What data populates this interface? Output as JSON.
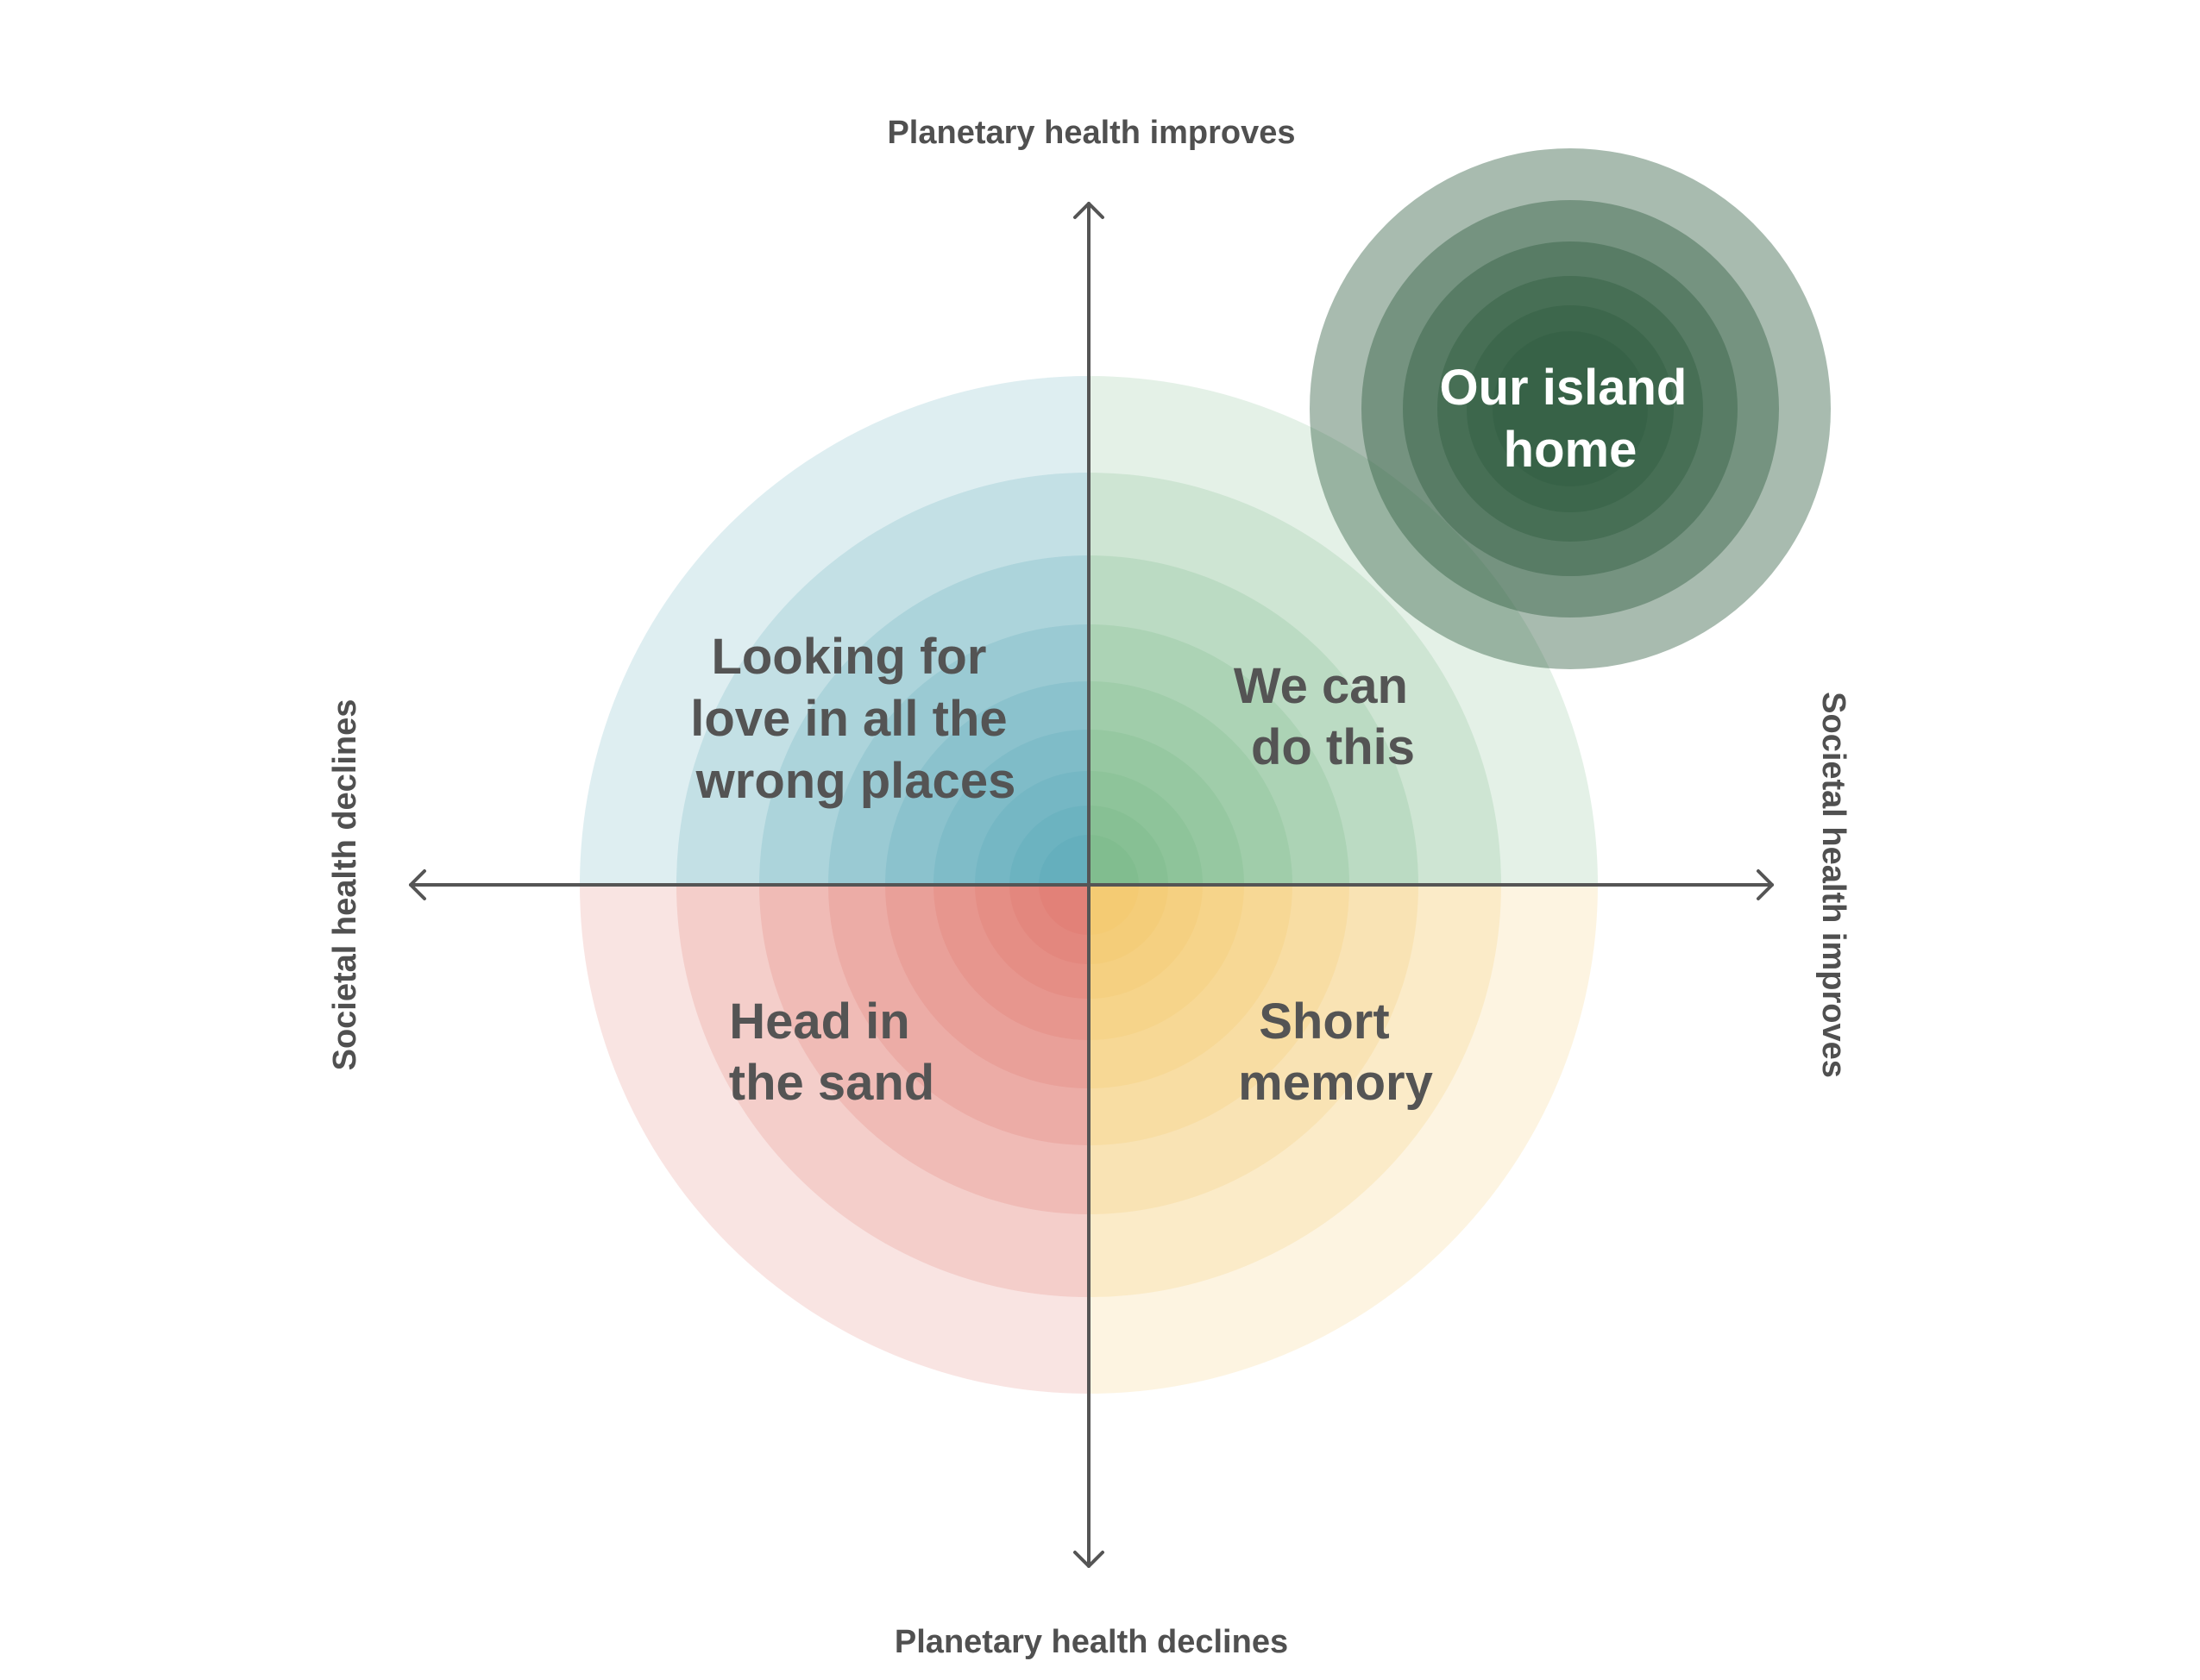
{
  "axes": {
    "top": "Planetary health improves",
    "bottom": "Planetary health declines",
    "left": "Societal health declines",
    "right": "Societal health improves"
  },
  "quadrants": {
    "top_left": {
      "lines": [
        "Looking for",
        "love in all the",
        "wrong places"
      ],
      "color": "#4a9fb1"
    },
    "top_right": {
      "lines": [
        "We can",
        "do this"
      ],
      "color": "#6cb07b"
    },
    "bottom_left": {
      "lines": [
        "Head in",
        "the sand"
      ],
      "color": "#db6a5e"
    },
    "bottom_right": {
      "lines": [
        "Short",
        "memory"
      ],
      "color": "#f5c45a"
    }
  },
  "island": {
    "lines": [
      "Our island",
      "home"
    ],
    "color": "#2f5e40"
  },
  "colors": {
    "axis": "#555555",
    "background": "#ffffff"
  }
}
